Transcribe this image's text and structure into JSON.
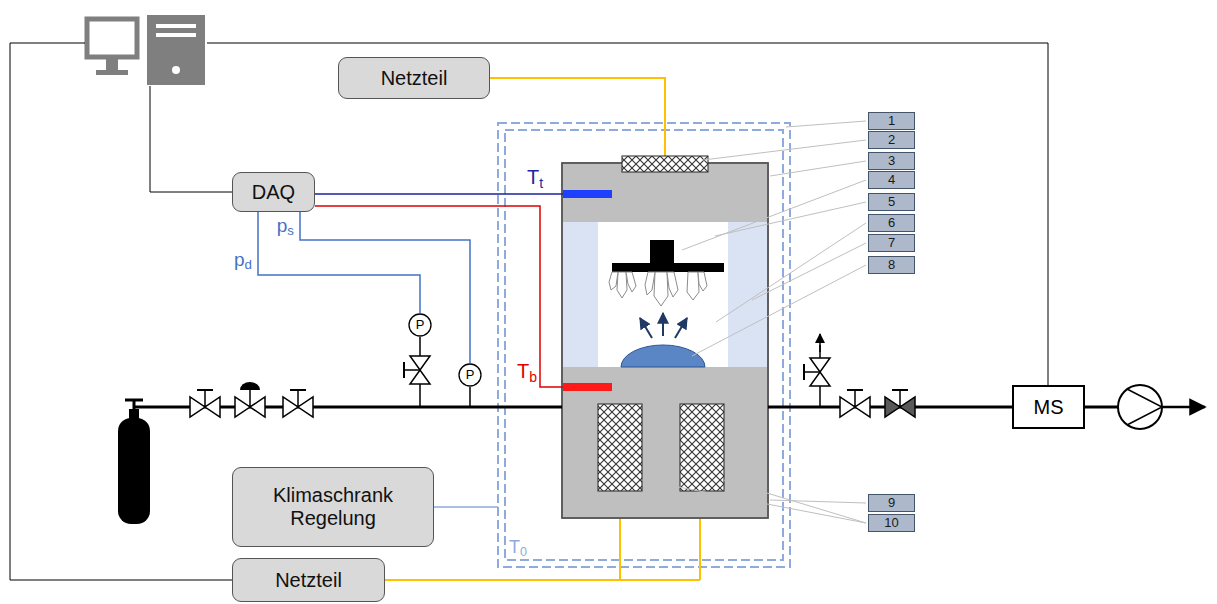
{
  "diagram": {
    "nodes": [
      {
        "text": [
          "Netzteil"
        ]
      },
      {
        "text": [
          "DAQ"
        ]
      },
      {
        "text": [
          "1"
        ]
      },
      {
        "text": [
          "2"
        ]
      },
      {
        "text": [
          "3"
        ]
      },
      {
        "text": [
          "4"
        ]
      },
      {
        "text": [
          "5"
        ]
      },
      {
        "text": [
          "6"
        ]
      },
      {
        "text": [
          "7"
        ]
      },
      {
        "text": [
          "8"
        ]
      },
      {
        "text": [
          "P"
        ]
      },
      {
        "text": [
          "P"
        ]
      },
      {
        "text": [
          "MS"
        ]
      },
      {
        "text": [
          "Klimaschrank Regelung"
        ]
      },
      {
        "text": [
          "9"
        ]
      },
      {
        "text": [
          "10"
        ]
      },
      {
        "text": [
          "Netzteil"
        ]
      }
    ],
    "edges": [
      {
        "from": 1,
        "to": 10,
        "arrow": "none",
        "label": "pd"
      },
      {
        "from": 1,
        "to": 11,
        "arrow": "none",
        "label": "ps"
      }
    ],
    "labels": [
      "Tt",
      "Tb",
      "T0"
    ]
  }
}
